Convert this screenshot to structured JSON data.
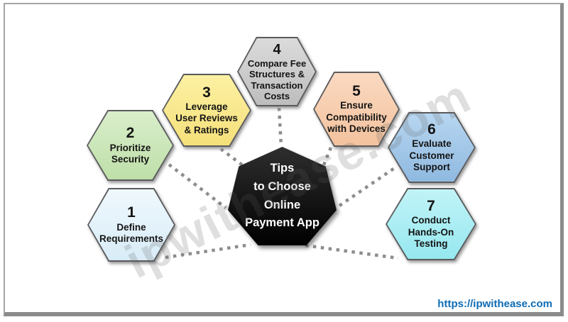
{
  "center": {
    "title": "Tips\nto Choose\nOnline\nPayment App",
    "fill_top": "#2e2e2e",
    "fill_bottom": "#000000",
    "text_color": "#ffffff"
  },
  "items": [
    {
      "number": "1",
      "label": "Define\nRequirements",
      "fill_top": "#eff8fd",
      "fill_bottom": "#d8ecf7"
    },
    {
      "number": "2",
      "label": "Prioritize\nSecurity",
      "fill_top": "#d9eecb",
      "fill_bottom": "#bedfa8"
    },
    {
      "number": "3",
      "label": "Leverage\nUser Reviews\n& Ratings",
      "fill_top": "#fcf0a2",
      "fill_bottom": "#f5e07a"
    },
    {
      "number": "4",
      "label": "Compare Fee\nStructures &\nTransaction\nCosts",
      "fill_top": "#dbdbdb",
      "fill_bottom": "#bdbdbd"
    },
    {
      "number": "5",
      "label": "Ensure\nCompatibility\nwith Devices",
      "fill_top": "#fad9c0",
      "fill_bottom": "#f3c29e"
    },
    {
      "number": "6",
      "label": "Evaluate\nCustomer\nSupport",
      "fill_top": "#b7d6f0",
      "fill_bottom": "#8fb9e0"
    },
    {
      "number": "7",
      "label": "Conduct\nHands-On\nTesting",
      "fill_top": "#c1f3f7",
      "fill_bottom": "#95e8ef"
    }
  ],
  "watermark": "ipwithease.com",
  "footer": {
    "link": "https://ipwithease.com",
    "link_color": "#0e6cb5"
  },
  "colors": {
    "connector": "#8d8d8d",
    "shape_border": "#5b5b5d"
  }
}
